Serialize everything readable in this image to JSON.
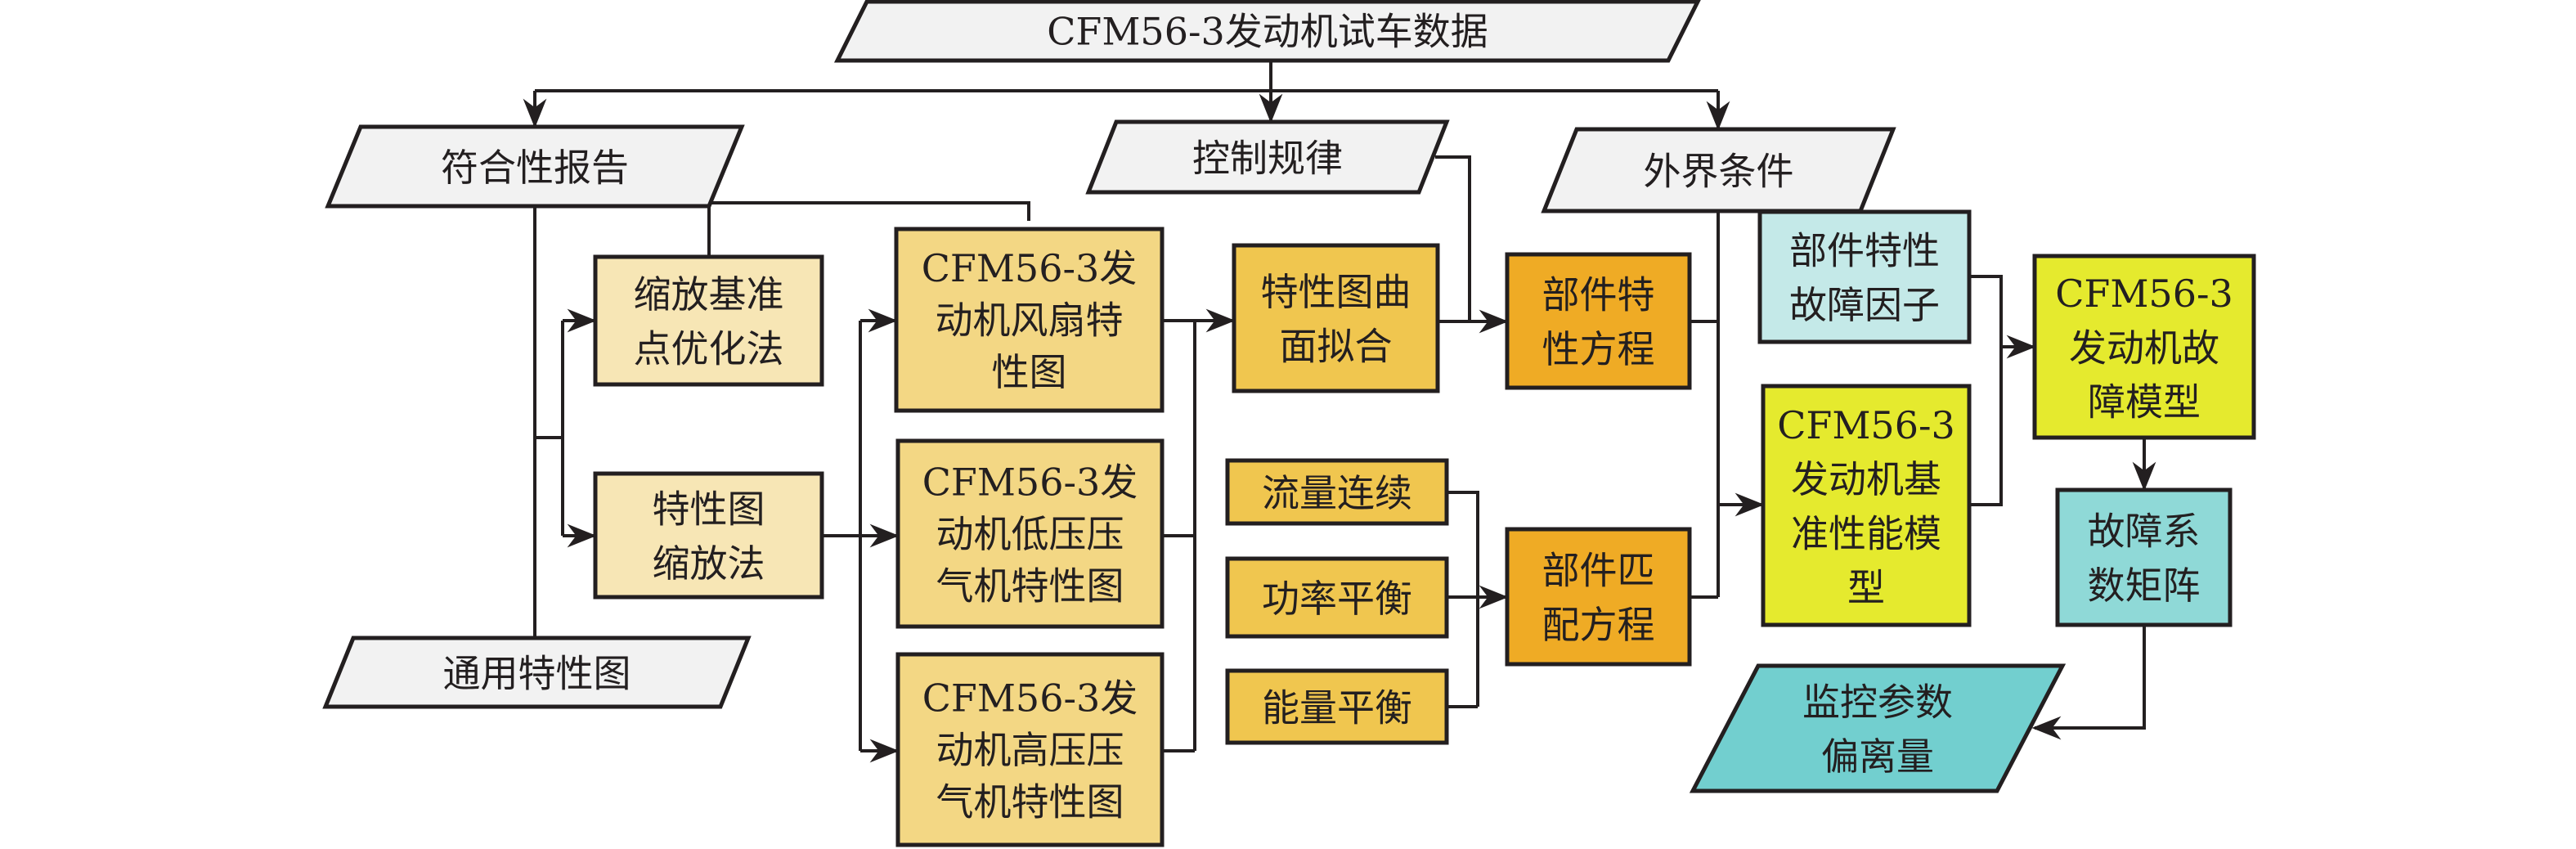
{
  "colors": {
    "gray": "#f2f2f2",
    "light_yellow": "#f7e6b5",
    "yellow": "#f3d784",
    "gold": "#f0c64f",
    "orange": "#efab25",
    "light_cyan": "#c4e9e8",
    "lime": "#e5ea2e",
    "teal": "#8fd9d7",
    "cyan_para": "#72cfcf",
    "stroke": "#231f20"
  },
  "nodes": {
    "test_data": {
      "lines": [
        "CFM56-3发动机试车数据"
      ]
    },
    "conformity_report": {
      "lines": [
        "符合性报告"
      ]
    },
    "control_law": {
      "lines": [
        "控制规律"
      ]
    },
    "external_conditions": {
      "lines": [
        "外界条件"
      ]
    },
    "scaling_reference_opt": {
      "lines": [
        "缩放基准",
        "点优化法"
      ]
    },
    "map_scaling": {
      "lines": [
        "特性图",
        "缩放法"
      ]
    },
    "generic_map": {
      "lines": [
        "通用特性图"
      ]
    },
    "fan_map": {
      "lines": [
        "CFM56-3发",
        "动机风扇特",
        "性图"
      ]
    },
    "lpc_map": {
      "lines": [
        "CFM56-3发",
        "动机低压压",
        "气机特性图"
      ]
    },
    "hpc_map": {
      "lines": [
        "CFM56-3发",
        "动机高压压",
        "气机特性图"
      ]
    },
    "surface_fitting": {
      "lines": [
        "特性图曲",
        "面拟合"
      ]
    },
    "component_char_eq": {
      "lines": [
        "部件特",
        "性方程"
      ]
    },
    "flow_continuity": {
      "lines": [
        "流量连续"
      ]
    },
    "power_balance": {
      "lines": [
        "功率平衡"
      ]
    },
    "energy_balance": {
      "lines": [
        "能量平衡"
      ]
    },
    "component_match_eq": {
      "lines": [
        "部件匹",
        "配方程"
      ]
    },
    "fault_factor": {
      "lines": [
        "部件特性",
        "故障因子"
      ]
    },
    "baseline_model": {
      "lines": [
        "CFM56-3",
        "发动机基",
        "准性能模",
        "型"
      ]
    },
    "fault_model": {
      "lines": [
        "CFM56-3",
        "发动机故",
        "障模型"
      ]
    },
    "fault_matrix": {
      "lines": [
        "故障系",
        "数矩阵"
      ]
    },
    "param_deviation": {
      "lines": [
        "监控参数",
        "偏离量"
      ]
    }
  }
}
